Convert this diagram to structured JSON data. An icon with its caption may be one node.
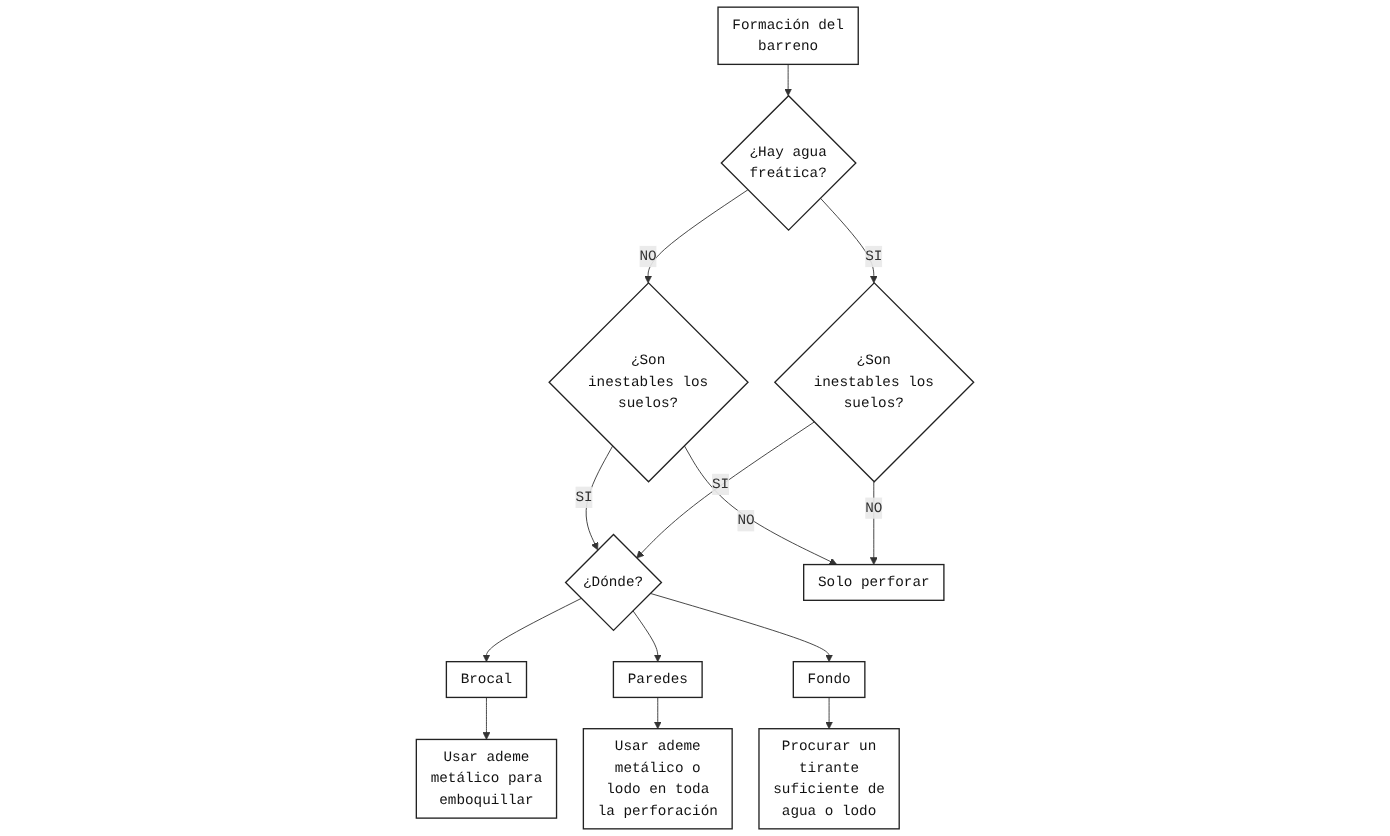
{
  "diagram": {
    "nodes": [
      {
        "text": [
          "Formación del barreno"
        ]
      },
      {
        "text": [
          "¿Hay agua freática?"
        ]
      },
      {
        "text": [
          "¿Son inestables los suelos?"
        ]
      },
      {
        "text": [
          "¿Son inestables los suelos?"
        ]
      },
      {
        "text": [
          "¿Dónde?"
        ]
      },
      {
        "text": [
          "Brocal"
        ]
      },
      {
        "text": [
          "Paredes"
        ]
      },
      {
        "text": [
          "Fondo"
        ]
      },
      {
        "text": [
          "Solo perforar"
        ]
      },
      {
        "text": [
          "Usar ademe metálico para emboquillar"
        ]
      },
      {
        "text": [
          "Usar ademe metálico o lodo en toda la perforación"
        ]
      },
      {
        "text": [
          "Procurar un tirante suficiente de agua o lodo"
        ]
      }
    ],
    "edges": [
      {
        "from": 0,
        "to": 1,
        "arrow": "to"
      },
      {
        "from": 1,
        "to": 2,
        "arrow": "to",
        "label": "NO"
      },
      {
        "from": 1,
        "to": 3,
        "arrow": "to",
        "label": "SI"
      },
      {
        "from": 2,
        "to": 8,
        "arrow": "to",
        "label": "NO"
      },
      {
        "from": 2,
        "to": 4,
        "arrow": "to",
        "label": "SI"
      },
      {
        "from": 3,
        "to": 4,
        "arrow": "to",
        "label": "SI"
      },
      {
        "from": 3,
        "to": 8,
        "arrow": "to",
        "label": "NO"
      },
      {
        "from": 4,
        "to": 5,
        "arrow": "to"
      },
      {
        "from": 4,
        "to": 6,
        "arrow": "to"
      },
      {
        "from": 4,
        "to": 7,
        "arrow": "to"
      },
      {
        "from": 5,
        "to": 9,
        "arrow": "to"
      },
      {
        "from": 6,
        "to": 10,
        "arrow": "to"
      },
      {
        "from": 7,
        "to": 11,
        "arrow": "to"
      }
    ]
  }
}
